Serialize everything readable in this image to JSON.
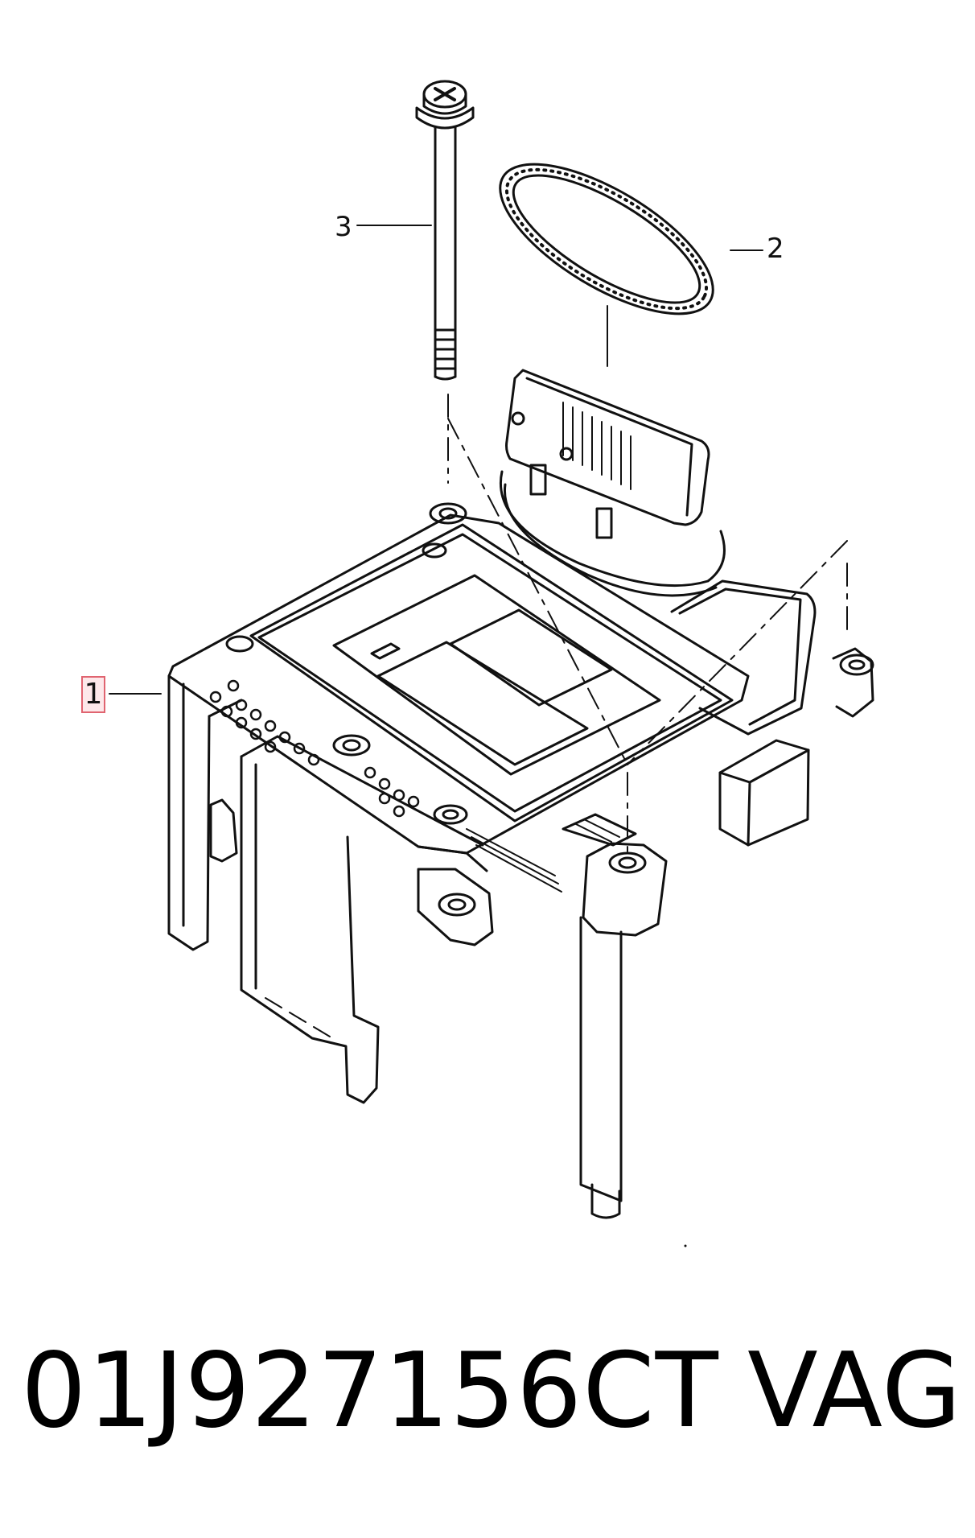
{
  "diagram": {
    "callouts": [
      {
        "id": "callout-1",
        "label": "1",
        "highlight_border": "#e06470",
        "highlight_fill": "#fde8ea"
      },
      {
        "id": "callout-2",
        "label": "2"
      },
      {
        "id": "callout-3",
        "label": "3"
      }
    ],
    "line_color": "#111111"
  },
  "footer": {
    "part_number": "01J927156CT",
    "brand": "VAG"
  }
}
